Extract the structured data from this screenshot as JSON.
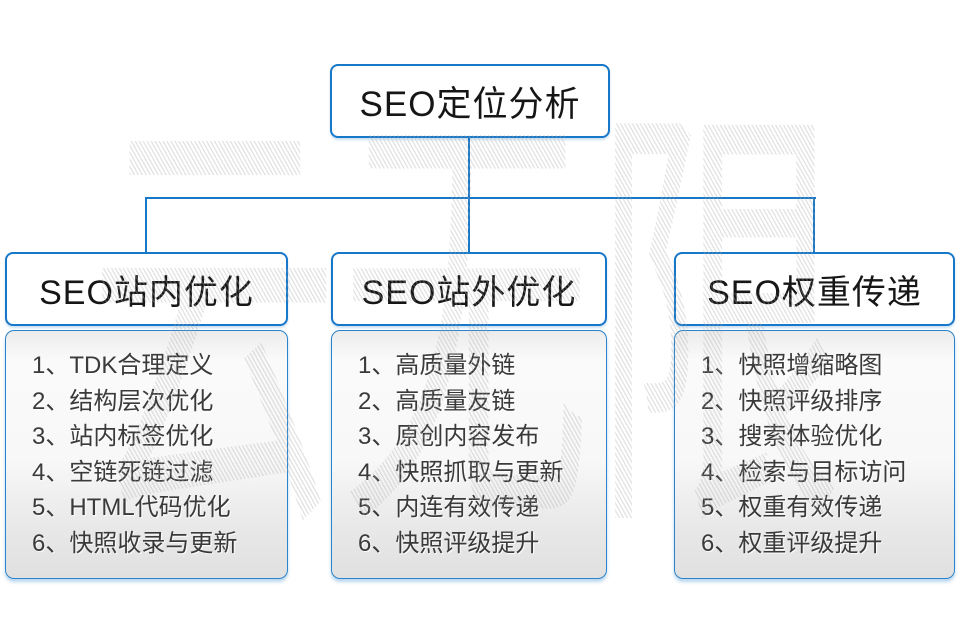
{
  "colors": {
    "accent": "#1777c8",
    "panel_gradient_top": "#ececec",
    "panel_gradient_bottom": "#e0e0e0",
    "text_dark": "#161616",
    "text_list": "#3a3a3a"
  },
  "watermark": {
    "text": "云无限"
  },
  "root": {
    "title": "SEO定位分析"
  },
  "branches": [
    {
      "title": "SEO站内优化",
      "items": [
        "1、TDK合理定义",
        "2、结构层次优化",
        "3、站内标签优化",
        "4、空链死链过滤",
        "5、HTML代码优化",
        "6、快照收录与更新"
      ]
    },
    {
      "title": "SEO站外优化",
      "items": [
        "1、高质量外链",
        "2、高质量友链",
        "3、原创内容发布",
        "4、快照抓取与更新",
        "5、内连有效传递",
        "6、快照评级提升"
      ]
    },
    {
      "title": "SEO权重传递",
      "items": [
        "1、快照增缩略图",
        "2、快照评级排序",
        "3、搜索体验优化",
        "4、检索与目标访问",
        "5、权重有效传递",
        "6、权重评级提升"
      ]
    }
  ]
}
